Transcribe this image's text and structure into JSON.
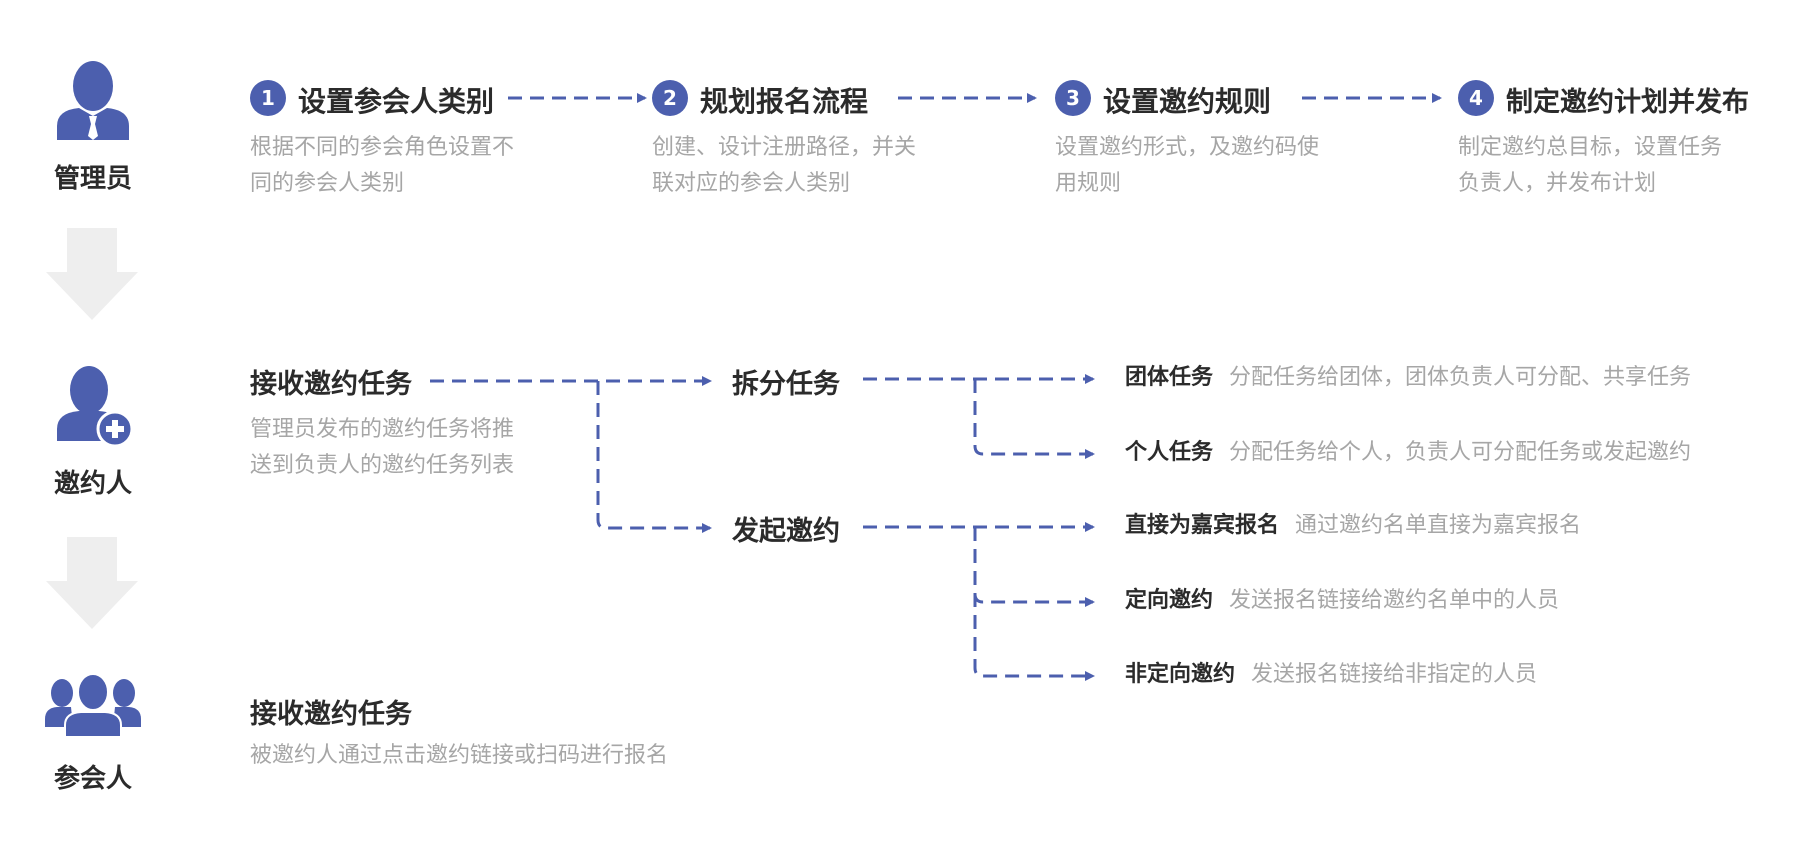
{
  "colors": {
    "accent": "#4c5fae",
    "text_dark": "#2b2b2b",
    "text_gray": "#a6a6a6",
    "arrow_gray": "#eeeeee"
  },
  "roles": [
    {
      "label": "管理员",
      "icon": "admin-person-icon"
    },
    {
      "label": "邀约人",
      "icon": "add-person-icon"
    },
    {
      "label": "参会人",
      "icon": "group-people-icon"
    }
  ],
  "admin_steps": [
    {
      "num": "1",
      "title": "设置参会人类别",
      "desc1": "根据不同的参会角色设置不",
      "desc2": "同的参会人类别"
    },
    {
      "num": "2",
      "title": "规划报名流程",
      "desc1": "创建、设计注册路径，并关",
      "desc2": "联对应的参会人类别"
    },
    {
      "num": "3",
      "title": "设置邀约规则",
      "desc1": "设置邀约形式，及邀约码使",
      "desc2": "用规则"
    },
    {
      "num": "4",
      "title": "制定邀约计划并发布",
      "desc1": "制定邀约总目标，设置任务",
      "desc2": "负责人，并发布计划"
    }
  ],
  "inviter": {
    "receive": {
      "title": "接收邀约任务",
      "desc1": "管理员发布的邀约任务将推",
      "desc2": "送到负责人的邀约任务列表"
    },
    "split": {
      "title": "拆分任务",
      "items": [
        {
          "name": "团体任务",
          "desc": "分配任务给团体，团体负责人可分配、共享任务"
        },
        {
          "name": "个人任务",
          "desc": "分配任务给个人，负责人可分配任务或发起邀约"
        }
      ]
    },
    "invite": {
      "title": "发起邀约",
      "items": [
        {
          "name": "直接为嘉宾报名",
          "desc": "通过邀约名单直接为嘉宾报名"
        },
        {
          "name": "定向邀约",
          "desc": "发送报名链接给邀约名单中的人员"
        },
        {
          "name": "非定向邀约",
          "desc": "发送报名链接给非指定的人员"
        }
      ]
    }
  },
  "attendee": {
    "title": "接收邀约任务",
    "desc": "被邀约人通过点击邀约链接或扫码进行报名"
  }
}
